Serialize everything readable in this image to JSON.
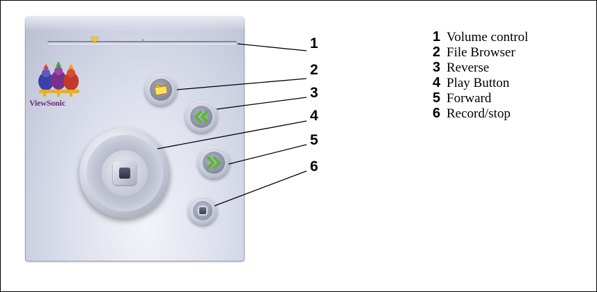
{
  "brand": {
    "logo_text": "ViewSonic"
  },
  "volume": {
    "level_fraction": 0.25
  },
  "callouts": [
    {
      "number": "1",
      "target": "volume-control"
    },
    {
      "number": "2",
      "target": "file-browser-button"
    },
    {
      "number": "3",
      "target": "reverse-button"
    },
    {
      "number": "4",
      "target": "play-button"
    },
    {
      "number": "5",
      "target": "forward-button"
    },
    {
      "number": "6",
      "target": "record-stop-button"
    }
  ],
  "legend": [
    {
      "number": "1",
      "label": "Volume control"
    },
    {
      "number": "2",
      "label": "File Browser"
    },
    {
      "number": "3",
      "label": "Reverse"
    },
    {
      "number": "4",
      "label": "Play Button"
    },
    {
      "number": "5",
      "label": "Forward"
    },
    {
      "number": "6",
      "label": "Record/stop"
    }
  ],
  "icons": {
    "folder": "folder-icon",
    "reverse": "double-chevron-left-icon",
    "forward": "double-chevron-right-icon",
    "play": "stop-square-icon",
    "record": "record-square-icon"
  },
  "colors": {
    "accent_green": "#5ab82a",
    "folder_yellow": "#f4c81c",
    "thumb_yellow": "#f4c81c"
  }
}
